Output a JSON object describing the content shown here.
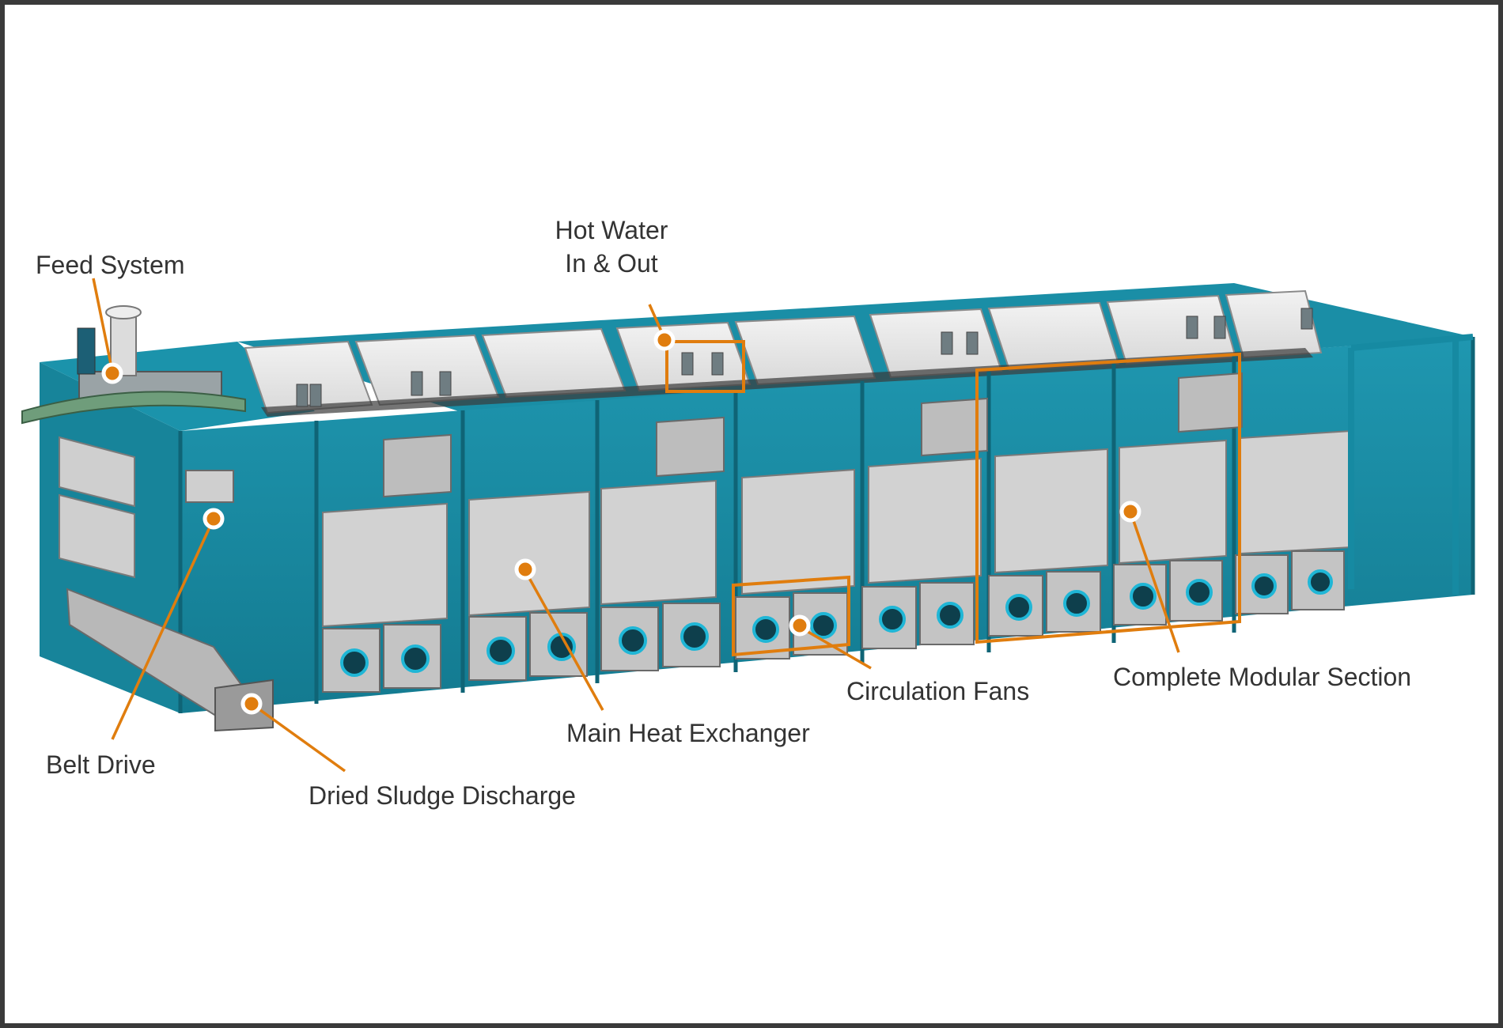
{
  "callouts": [
    {
      "id": "feed-system",
      "label": "Feed System"
    },
    {
      "id": "hot-water",
      "label": "Hot Water",
      "label2": "In & Out"
    },
    {
      "id": "belt-drive",
      "label": "Belt Drive"
    },
    {
      "id": "dried-sludge-discharge",
      "label": "Dried Sludge Discharge"
    },
    {
      "id": "main-heat-exchanger",
      "label": "Main Heat Exchanger"
    },
    {
      "id": "circulation-fans",
      "label": "Circulation Fans"
    },
    {
      "id": "complete-modular-section",
      "label": "Complete Modular Section"
    }
  ],
  "colors": {
    "accent": "#e07d0e",
    "machine_teal": "#1a8ea6",
    "machine_teal_dark": "#126f83",
    "panel_grey": "#cfcfcf",
    "frame_border": "#3a3a3a",
    "label_text": "#333333"
  }
}
